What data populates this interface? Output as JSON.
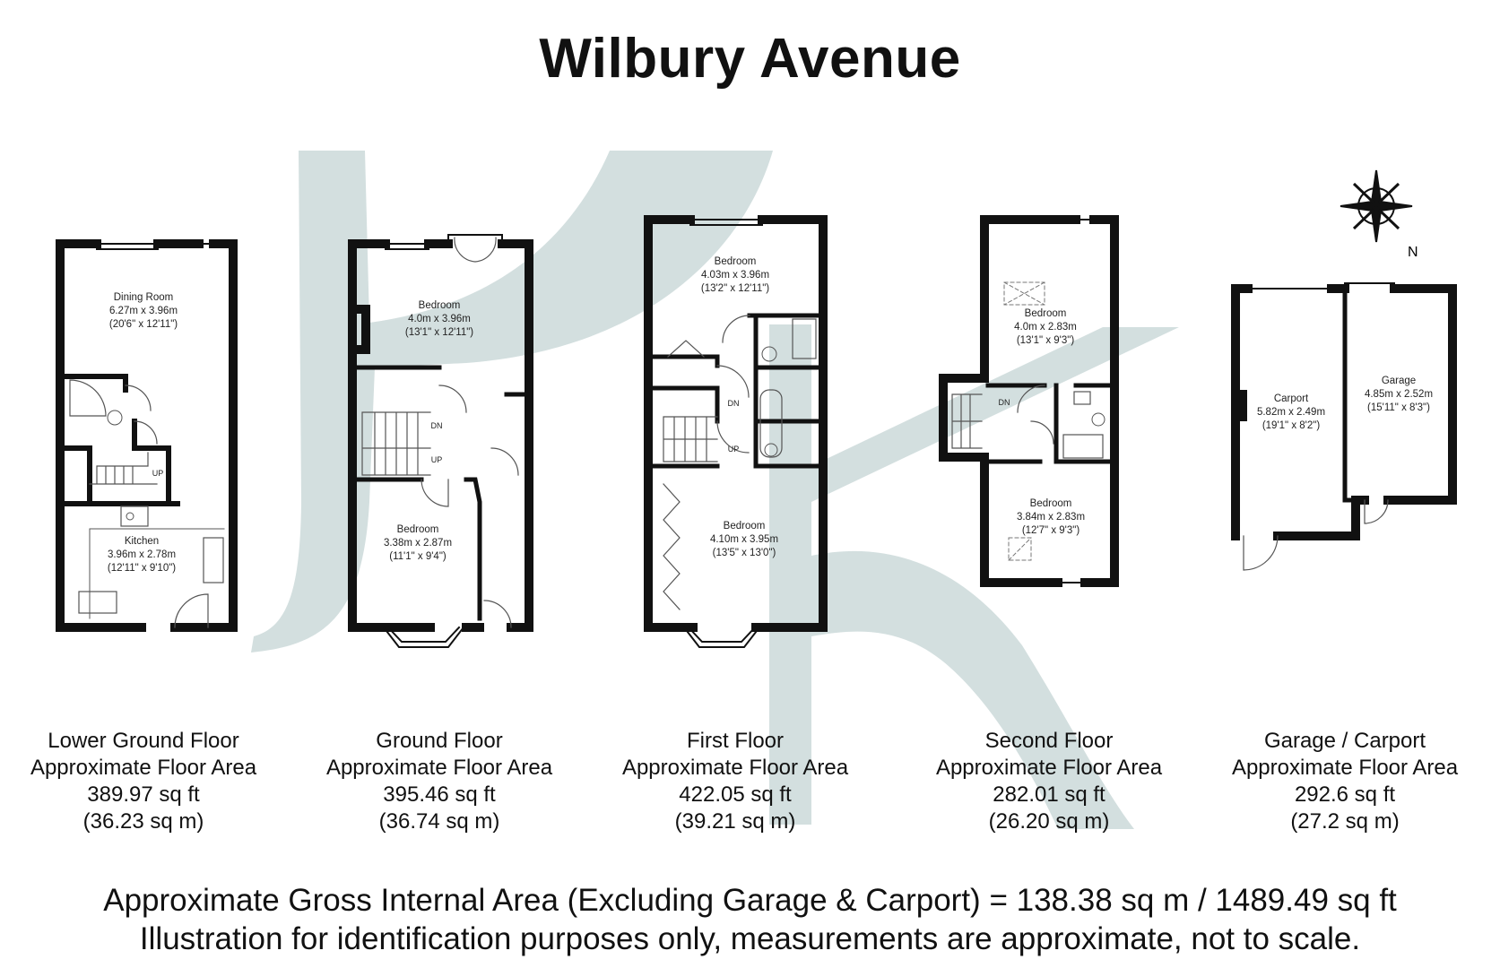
{
  "title": "Wilbury Avenue",
  "watermark": "HK",
  "compass": "N",
  "colors": {
    "wall": "#111111",
    "watermark": "#d3dfdf",
    "fixture": "#666666"
  },
  "stair_labels": {
    "up": "UP",
    "dn": "DN"
  },
  "floors": [
    {
      "name": "Lower Ground Floor",
      "area_label": "Approximate Floor Area",
      "sqft": "389.97 sq ft",
      "sqm": "(36.23 sq m)",
      "rooms": [
        {
          "name": "Dining Room",
          "metric": "6.27m x 3.96m",
          "imperial": "(20'6\" x 12'11\")"
        },
        {
          "name": "Kitchen",
          "metric": "3.96m x 2.78m",
          "imperial": "(12'11\" x 9'10\")"
        }
      ]
    },
    {
      "name": "Ground Floor",
      "area_label": "Approximate Floor Area",
      "sqft": "395.46 sq ft",
      "sqm": "(36.74 sq m)",
      "rooms": [
        {
          "name": "Bedroom",
          "metric": "4.0m x 3.96m",
          "imperial": "(13'1\" x 12'11\")"
        },
        {
          "name": "Bedroom",
          "metric": "3.38m x 2.87m",
          "imperial": "(11'1\" x 9'4\")"
        }
      ]
    },
    {
      "name": "First Floor",
      "area_label": "Approximate Floor Area",
      "sqft": "422.05 sq ft",
      "sqm": "(39.21 sq m)",
      "rooms": [
        {
          "name": "Bedroom",
          "metric": "4.03m x 3.96m",
          "imperial": "(13'2\" x 12'11\")"
        },
        {
          "name": "Bedroom",
          "metric": "4.10m x 3.95m",
          "imperial": "(13'5\" x 13'0\")"
        }
      ]
    },
    {
      "name": "Second Floor",
      "area_label": "Approximate Floor Area",
      "sqft": "282.01 sq ft",
      "sqm": "(26.20 sq m)",
      "rooms": [
        {
          "name": "Bedroom",
          "metric": "4.0m x 2.83m",
          "imperial": "(13'1\" x 9'3\")"
        },
        {
          "name": "Bedroom",
          "metric": "3.84m x 2.83m",
          "imperial": "(12'7\" x 9'3\")"
        }
      ]
    },
    {
      "name": "Garage / Carport",
      "area_label": "Approximate Floor Area",
      "sqft": "292.6 sq ft",
      "sqm": "(27.2 sq m)",
      "rooms": [
        {
          "name": "Carport",
          "metric": "5.82m x 2.49m",
          "imperial": "(19'1\" x 8'2\")"
        },
        {
          "name": "Garage",
          "metric": "4.85m x 2.52m",
          "imperial": "(15'11\" x 8'3\")"
        }
      ]
    }
  ],
  "footer": {
    "gross": "Approximate Gross Internal Area (Excluding Garage & Carport) = 138.38 sq m / 1489.49 sq ft",
    "disclaimer": "Illustration for identification purposes only, measurements are approximate, not to scale."
  }
}
